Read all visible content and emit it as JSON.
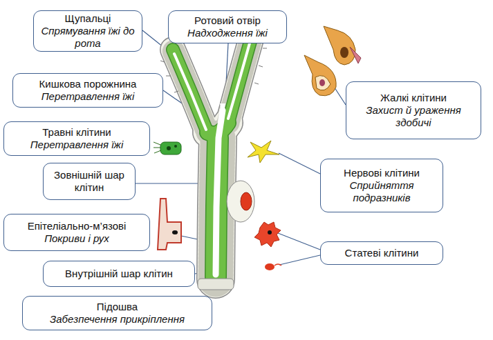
{
  "diagram": {
    "nodes": [
      {
        "text": [
          "Щупальці",
          "Спрямування їжі до рота"
        ]
      },
      {
        "text": [
          "Ротовий отвір",
          "Надходження їжі"
        ]
      },
      {
        "text": [
          "Кишкова порожнина",
          "Перетравлення їжі"
        ]
      },
      {
        "text": [
          "Травні клітини",
          "Перетравлення їжі"
        ]
      },
      {
        "text": [
          "Зовнішній шар клітин"
        ]
      },
      {
        "text": [
          "Епітеліально-м’язові",
          "Покриви і рух"
        ]
      },
      {
        "text": [
          "Внутрішній шар клітин"
        ]
      },
      {
        "text": [
          "Підошва",
          "Забезпечення прикріплення"
        ]
      },
      {
        "text": [
          "Жалкі клітини",
          "Захист й ураження здобичі"
        ]
      },
      {
        "text": [
          "Нервові клітини",
          "Сприйняття подразників"
        ]
      },
      {
        "text": [
          "Статеві клітини"
        ]
      }
    ]
  }
}
